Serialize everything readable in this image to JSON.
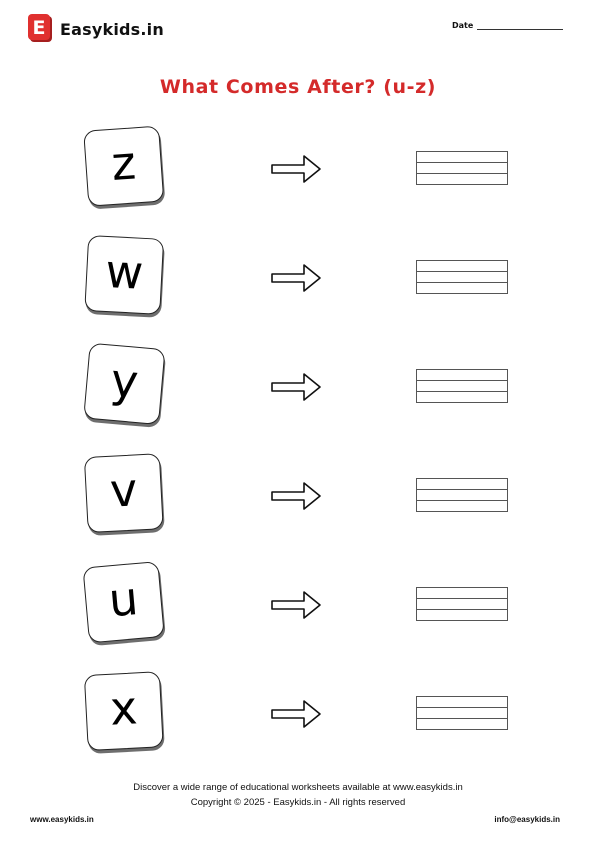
{
  "header": {
    "logo_letter": "E",
    "brand": "Easykids.in",
    "date_label": "Date"
  },
  "title": "What Comes After? (u-z)",
  "rows": [
    {
      "letter": "z"
    },
    {
      "letter": "w"
    },
    {
      "letter": "y"
    },
    {
      "letter": "v"
    },
    {
      "letter": "u"
    },
    {
      "letter": "x"
    }
  ],
  "footer": {
    "line1": "Discover a wide range of educational worksheets available at www.easykids.in",
    "line2": "Copyright © 2025 - Easykids.in - All rights reserved",
    "website": "www.easykids.in",
    "email": "info@easykids.in"
  },
  "colors": {
    "title": "#d42a2a",
    "logo": "#e0302f"
  },
  "icons": {
    "logo": "easykids-logo-icon",
    "arrow": "right-arrow-icon"
  }
}
